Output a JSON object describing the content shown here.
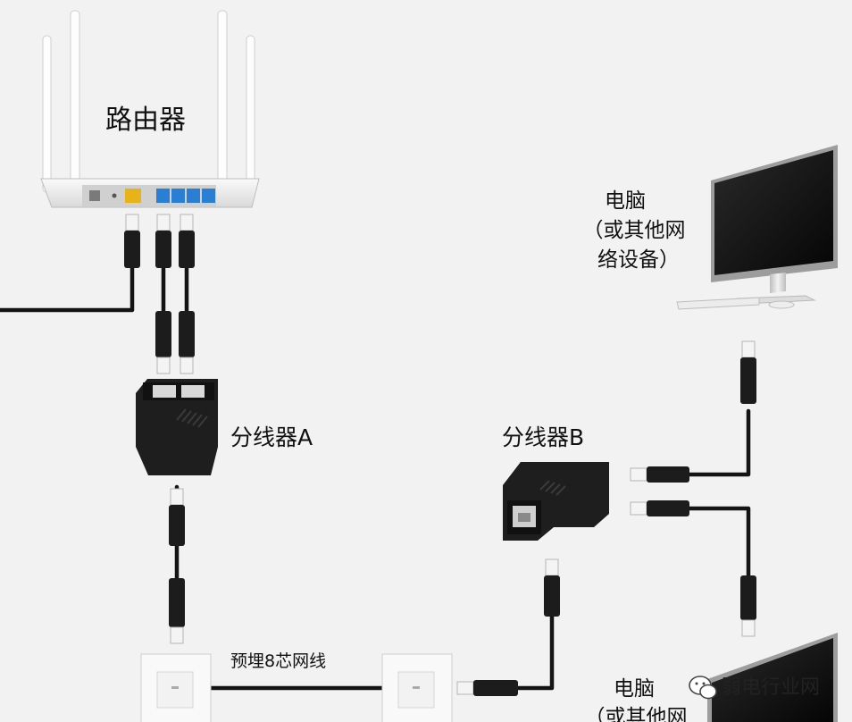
{
  "labels": {
    "router": "路由器",
    "splitter_a": "分线器A",
    "splitter_b": "分线器B",
    "pc_top": [
      "电脑",
      "（或其他网",
      "络设备）"
    ],
    "pc_bottom": [
      "电脑",
      "（或其他网"
    ],
    "cable": "预埋8芯网线"
  },
  "watermark": {
    "text": "弱电行业网",
    "icon": "wechat-icon"
  },
  "colors": {
    "background": "#f2f2f2",
    "cable": "#141414",
    "router_body": "#e6e6e6",
    "wan_port": "#e8b21a",
    "lan_port": "#2a7fd4",
    "splitter": "#1e1e1e"
  }
}
